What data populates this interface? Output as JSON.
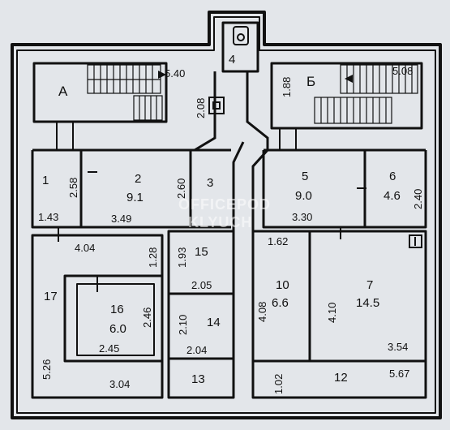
{
  "plan": {
    "stairs": [
      {
        "letter": "А",
        "dim": "5.40"
      },
      {
        "letter": "Б",
        "dim": "5.08"
      }
    ],
    "rooms": [
      {
        "number": "1",
        "area": "",
        "dims": [
          "2.58",
          "1.43"
        ]
      },
      {
        "number": "2",
        "area": "9.1",
        "dims": [
          "3.49"
        ]
      },
      {
        "number": "3",
        "area": "",
        "dims": [
          "2.60"
        ]
      },
      {
        "number": "4",
        "area": "",
        "dims": [
          "2.08"
        ]
      },
      {
        "number": "5",
        "area": "9.0",
        "dims": [
          "1.88",
          "3.30",
          "1.62"
        ]
      },
      {
        "number": "6",
        "area": "4.6",
        "dims": [
          "2.40"
        ]
      },
      {
        "number": "7",
        "area": "14.5",
        "dims": [
          "4.10",
          "3.54"
        ]
      },
      {
        "number": "10",
        "area": "6.6",
        "dims": [
          "4.08"
        ]
      },
      {
        "number": "12",
        "area": "",
        "dims": [
          "1.02",
          "5.67"
        ]
      },
      {
        "number": "13",
        "area": "",
        "dims": []
      },
      {
        "number": "14",
        "area": "",
        "dims": [
          "2.10",
          "2.04"
        ]
      },
      {
        "number": "15",
        "area": "",
        "dims": [
          "1.93",
          "2.05"
        ]
      },
      {
        "number": "16",
        "area": "6.0",
        "dims": [
          "2.46",
          "2.45"
        ]
      },
      {
        "number": "17",
        "area": "",
        "dims": [
          "4.04",
          "1.28",
          "5.26",
          "3.04"
        ]
      }
    ],
    "watermark": [
      "OFFICEPOD",
      "KLYUCH"
    ]
  }
}
